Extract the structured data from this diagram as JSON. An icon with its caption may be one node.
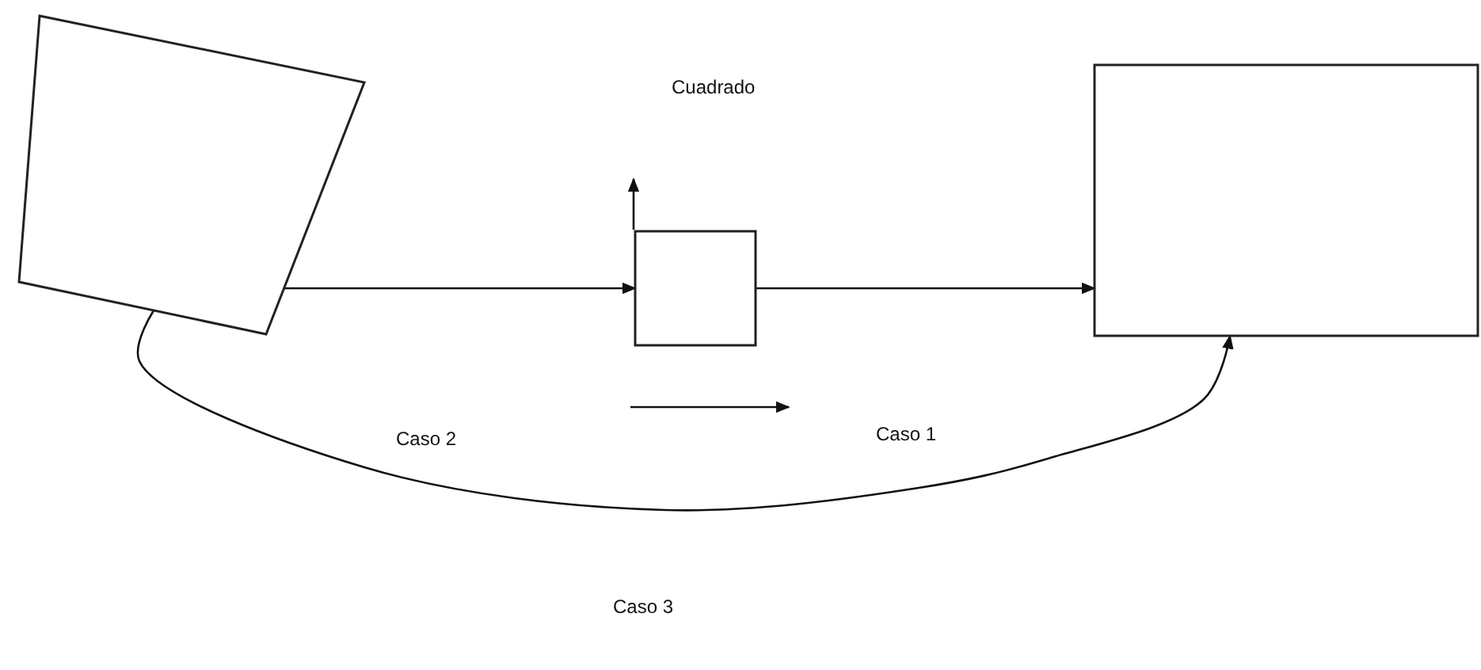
{
  "diagram": {
    "nodes": [
      {
        "text": [],
        "shape": "box"
      },
      {
        "text": [],
        "shape": "box"
      },
      {
        "text": [],
        "shape": "box"
      }
    ],
    "edges": [
      {
        "from": 0,
        "to": 1,
        "arrow": "to"
      },
      {
        "from": 1,
        "to": 2,
        "arrow": "to"
      },
      {
        "from": 0,
        "to": 2,
        "arrow": "to"
      }
    ],
    "labels": [
      "Cuadrado",
      "Caso 2",
      "Caso 1",
      "Caso 3"
    ]
  }
}
